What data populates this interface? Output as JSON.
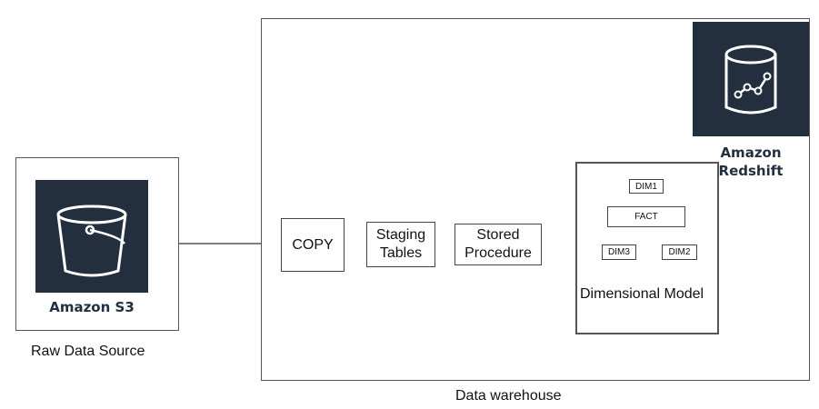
{
  "source": {
    "service_label": "Amazon S3",
    "caption": "Raw Data Source",
    "icon": "s3-bucket-icon"
  },
  "warehouse": {
    "caption": "Data warehouse",
    "service_label_line1": "Amazon",
    "service_label_line2": "Redshift",
    "icon": "redshift-database-icon"
  },
  "steps": {
    "copy": "COPY",
    "staging_line1": "Staging",
    "staging_line2": "Tables",
    "stored_line1": "Stored",
    "stored_line2": "Procedure"
  },
  "dimensional_model": {
    "title": "Dimensional Model",
    "fact": "FACT",
    "dim1": "DIM1",
    "dim2": "DIM2",
    "dim3": "DIM3"
  },
  "colors": {
    "tile": "#232f3e",
    "line": "#555555"
  }
}
